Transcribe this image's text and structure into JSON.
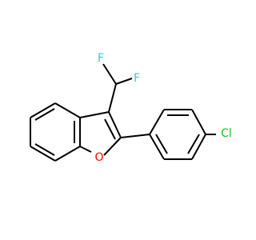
{
  "molecule": {
    "atoms": {
      "fluorine_1": "F",
      "fluorine_2": "F",
      "oxygen": "O",
      "chlorine": "Cl"
    },
    "colors": {
      "bond": "#000000",
      "fluorine": "#33cccc",
      "oxygen": "#ff0000",
      "chlorine": "#1fbf1f"
    }
  }
}
